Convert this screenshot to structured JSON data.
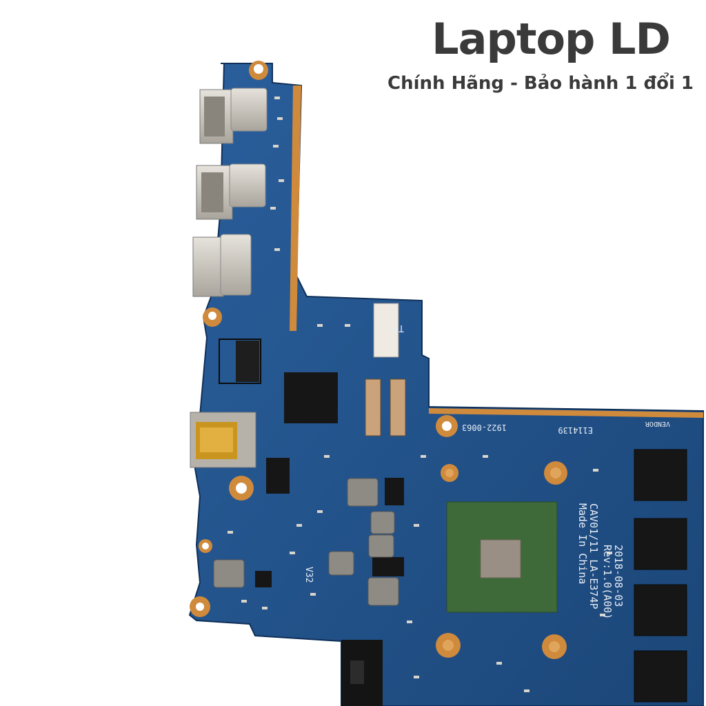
{
  "brand": {
    "title": "Laptop LD",
    "subtitle": "Chính Hãng - Bảo hành 1 đổi 1"
  },
  "board": {
    "silkscreen": {
      "vendor": "VENDOR",
      "serial": "1922-0063",
      "ul_code": "E114139",
      "model_line1": "CAV01/11 LA-E374P",
      "model_line2": "Made In China",
      "date": "2018-08-03",
      "rev": "Rev:1.0(A00)",
      "tp_label": "TP",
      "v_label": "V32"
    }
  },
  "colors": {
    "pcb": "#1f4f8a",
    "pcb_dark": "#173d6d",
    "gold": "#d08a3c",
    "chip": "#1a1a1a",
    "cpu_substrate": "#3f6b3a",
    "cpu_die": "#9a8f84",
    "port_metal": "#c9c6bf"
  }
}
